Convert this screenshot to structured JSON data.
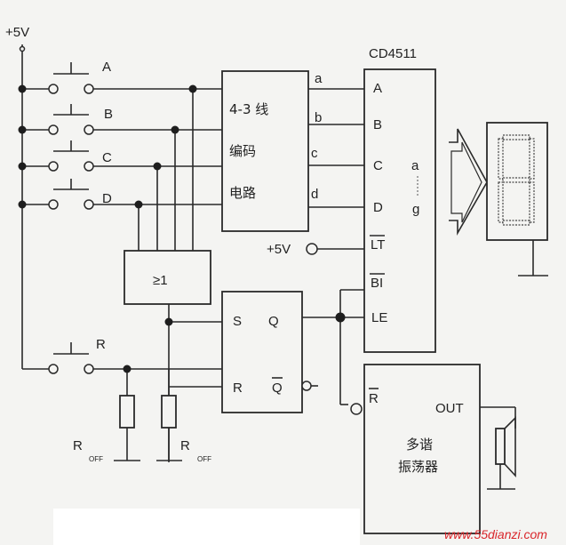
{
  "supply": {
    "top": "+5V",
    "lt": "+5V"
  },
  "switches": [
    "A",
    "B",
    "C",
    "D",
    "R"
  ],
  "encoder": {
    "line1": "4-3 线",
    "line2": "编码",
    "line3": "电路",
    "outputs": [
      "a",
      "b",
      "c",
      "d"
    ]
  },
  "or_gate": {
    "label": "≥1"
  },
  "latch": {
    "s": "S",
    "q": "Q",
    "r": "R",
    "qbar": "Q"
  },
  "decoder": {
    "title": "CD4511",
    "inputs": [
      "A",
      "B",
      "C",
      "D"
    ],
    "lt": "LT",
    "bi": "BI",
    "le": "LE",
    "out_a": "a",
    "out_g": "g"
  },
  "resistors": {
    "r": "R",
    "sub": "OFF"
  },
  "oscillator": {
    "rbar": "R",
    "out": "OUT",
    "line1": "多谐",
    "line2": "振荡器"
  },
  "watermark": "www.55dianzi.com"
}
